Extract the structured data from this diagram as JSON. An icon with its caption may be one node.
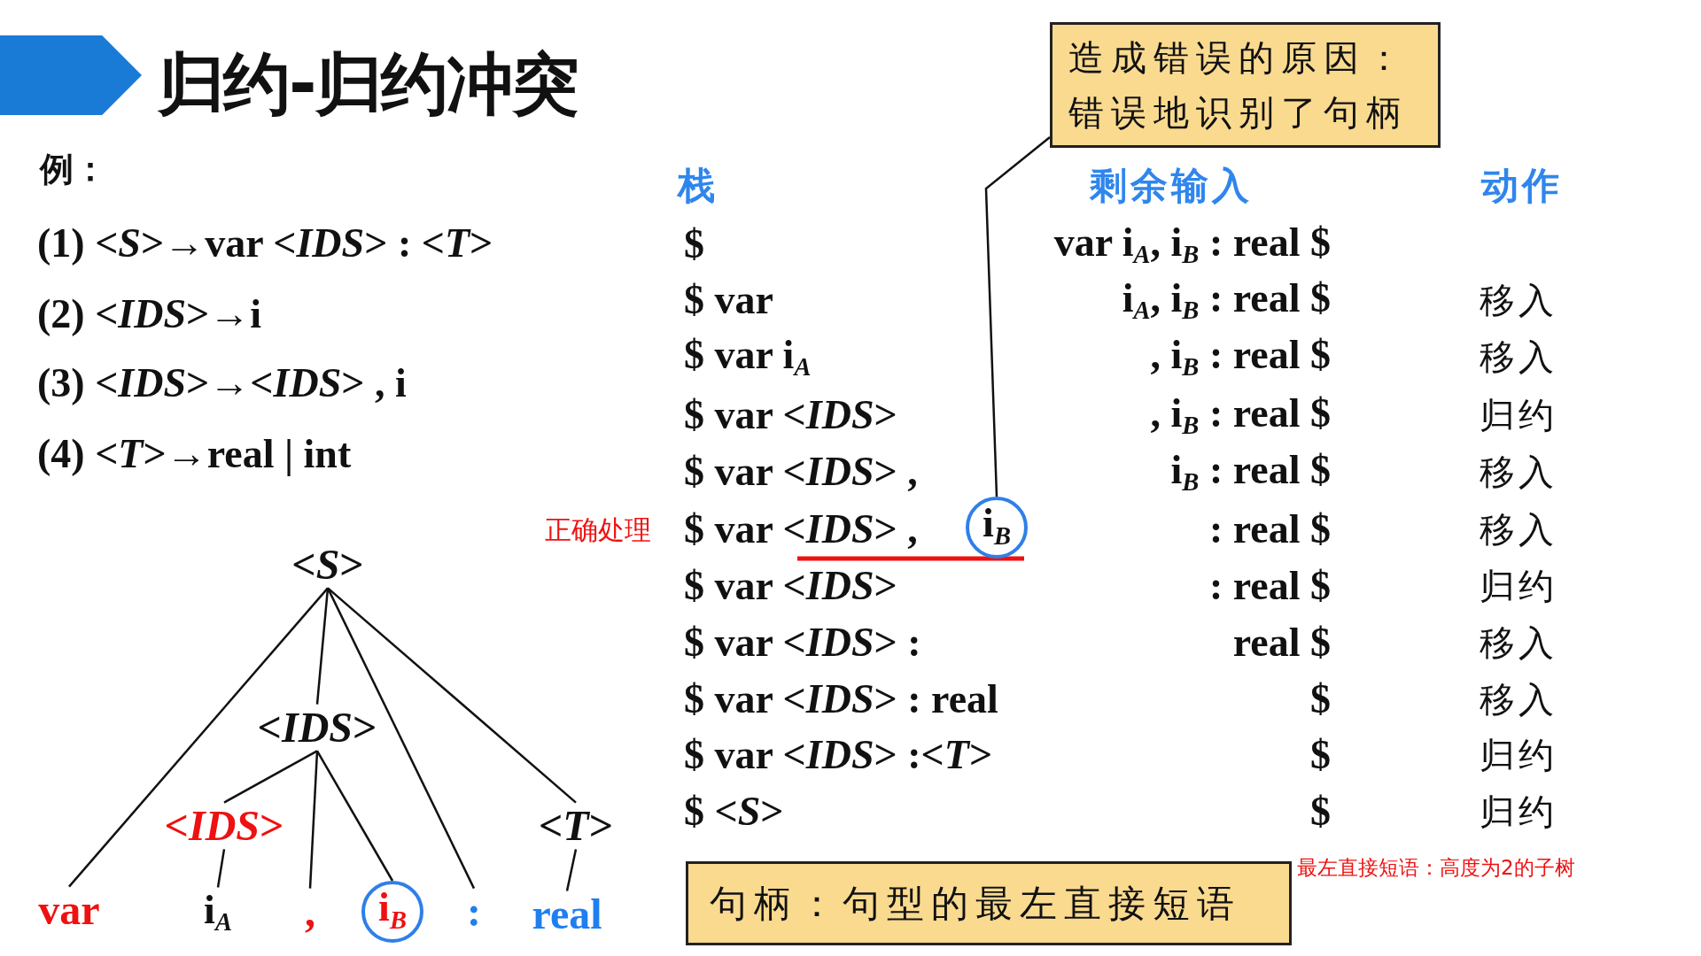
{
  "diagram": {
    "title": "归约-归约冲突",
    "nodes": [
      {
        "text": [
          "<*S*>"
        ]
      },
      {
        "text": [
          "<*IDS*>"
        ]
      },
      {
        "text": [
          "<*IDS*>"
        ]
      },
      {
        "text": [
          "<*T*>"
        ]
      },
      {
        "text": [
          "var"
        ]
      },
      {
        "text": [
          "i$_{A}$"
        ]
      },
      {
        "text": [
          ","
        ]
      },
      {
        "text": [
          "i$_{B}$"
        ]
      },
      {
        "text": [
          ":"
        ]
      },
      {
        "text": [
          "real"
        ]
      },
      {
        "text": [
          "造成错误的原因：错误地识别了句柄"
        ]
      },
      {
        "text": [
          "i$_{B}$"
        ]
      },
      {
        "text": [
          "句柄：句型的最左直接短语"
        ]
      },
      {
        "text": [],
        "shape": "chevron"
      }
    ],
    "edges": [
      {
        "from": 0,
        "to": 4,
        "arrow": "none"
      },
      {
        "from": 0,
        "to": 1,
        "arrow": "none"
      },
      {
        "from": 0,
        "to": 8,
        "arrow": "none"
      },
      {
        "from": 0,
        "to": 3,
        "arrow": "none"
      },
      {
        "from": 1,
        "to": 2,
        "arrow": "none"
      },
      {
        "from": 1,
        "to": 6,
        "arrow": "none"
      },
      {
        "from": 1,
        "to": 7,
        "arrow": "none"
      },
      {
        "from": 2,
        "to": 5,
        "arrow": "none"
      },
      {
        "from": 3,
        "to": 9,
        "arrow": "none"
      },
      {
        "from": 10,
        "to": 11,
        "arrow": "none"
      }
    ],
    "labels": [
      "例：",
      "(1) <*S*>→var <*IDS*> : <*T*>",
      "(2) <*IDS*>→i",
      "(3) <*IDS*>→<*IDS*> , i",
      "(4) <*T*>→real | int",
      "正确处理",
      "栈",
      "剩余输入",
      "动作",
      "$",
      "var i$_{A}$, i$_{B}$ : real $",
      "$ var",
      "i$_{A}$, i$_{B}$ : real $",
      "移入",
      "$ var i$_{A}$",
      ", i$_{B}$ : real $",
      "移入",
      "$ var <*IDS*>",
      ", i$_{B}$ : real $",
      "归约",
      "$ var <*IDS*> ,",
      "i$_{B}$ : real $",
      "移入",
      "$ var <*IDS*> ,",
      ": real $",
      "移入",
      "$ var <*IDS*>",
      ": real $",
      "归约",
      "$ var <*IDS*> :",
      "real $",
      "移入",
      "$ var <*IDS*> : real",
      "$",
      "移入",
      "$ var <*IDS*> :<*T*>",
      "$",
      "归约",
      "$ <*S*>",
      "$",
      "归约",
      "最左直接短语：高度为2的子树"
    ]
  }
}
